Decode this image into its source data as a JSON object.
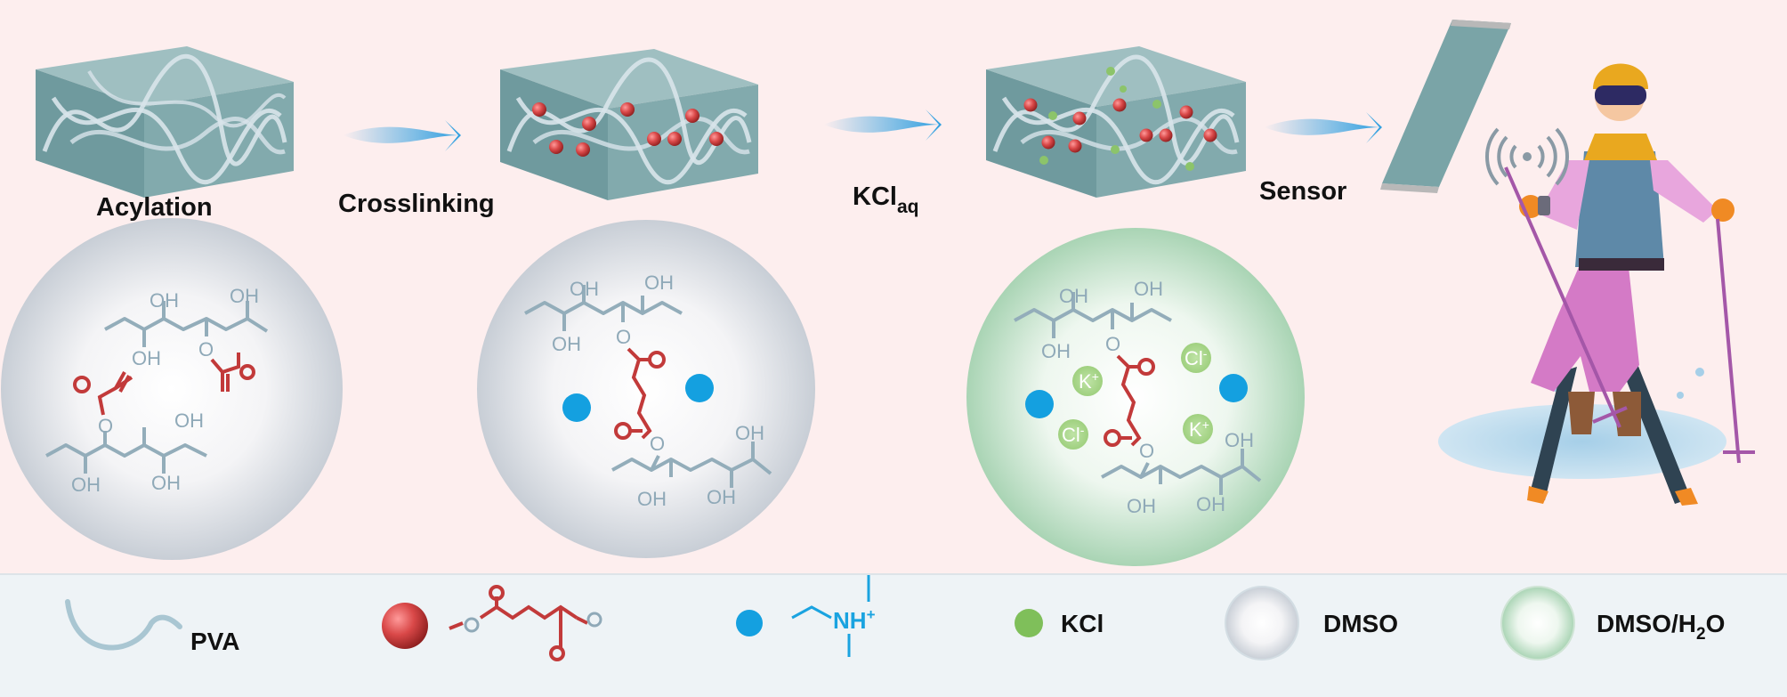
{
  "steps": {
    "acylation": "Acylation",
    "crosslinking": "Crosslinking",
    "kcl_main": "KCl",
    "kcl_sub": "aq",
    "sensor": "Sensor"
  },
  "chem": {
    "oh": "OH",
    "nh": "NH",
    "nh_charge": "+",
    "k_ion": "K",
    "k_charge": "+",
    "cl_ion": "Cl",
    "cl_charge": "-"
  },
  "legend": {
    "pva": "PVA",
    "kcl": "KCl",
    "dmso": "DMSO",
    "dmso_h2o_a": "DMSO/H",
    "dmso_h2o_sub": "2",
    "dmso_h2o_b": "O"
  },
  "colors": {
    "background": "#fdeeee",
    "legend_bar": "#eef3f6",
    "hydrogel": "#7aa4a7",
    "crosslinker": "#c23a3a",
    "ammonium": "#14a0e0",
    "kcl": "#7fbf5a",
    "arrow": "#2f9fe0"
  }
}
